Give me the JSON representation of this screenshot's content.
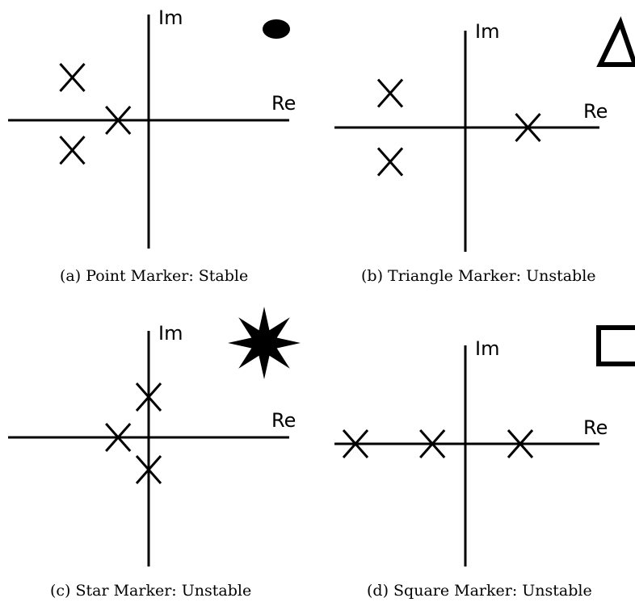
{
  "axis_labels": {
    "real": "Re",
    "imaginary": "Im"
  },
  "panels": [
    {
      "caption": "(a) Point Marker: Stable",
      "marker": "filled-ellipse-icon",
      "poles": [
        [
          -1.5,
          1.0
        ],
        [
          -0.6,
          0.0
        ],
        [
          -1.5,
          -0.7
        ]
      ]
    },
    {
      "caption": "(b) Triangle Marker: Unstable",
      "marker": "outline-triangle-icon",
      "poles": [
        [
          -1.5,
          0.85
        ],
        [
          1.25,
          0.0
        ],
        [
          -1.5,
          -0.85
        ]
      ]
    },
    {
      "caption": "(c) Star Marker: Unstable",
      "marker": "filled-star-icon",
      "poles": [
        [
          0.0,
          1.0
        ],
        [
          -0.6,
          0.0
        ],
        [
          0.0,
          -0.8
        ]
      ]
    },
    {
      "caption": "(d) Square Marker: Unstable",
      "marker": "outline-square-icon",
      "poles": [
        [
          -2.0,
          0.0
        ],
        [
          -0.6,
          0.0
        ],
        [
          1.0,
          0.0
        ]
      ]
    }
  ]
}
